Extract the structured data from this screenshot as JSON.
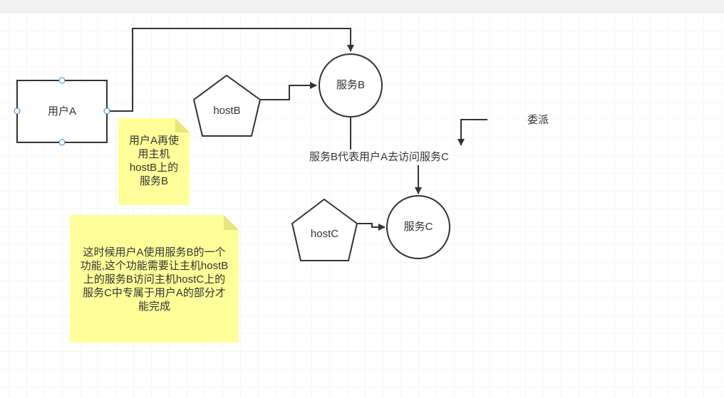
{
  "nodes": {
    "user_a": {
      "label": "用户A"
    },
    "host_b": {
      "label": "hostB"
    },
    "service_b": {
      "label": "服务B"
    },
    "host_c": {
      "label": "hostC"
    },
    "service_c": {
      "label": "服务C"
    }
  },
  "edges": {
    "b_to_c": {
      "label": "服务B代表用户A去访问服务C"
    }
  },
  "notes": {
    "note1": {
      "text": "用户A再使用主机hostB上的服务B"
    },
    "note2": {
      "text": "这时候用户A使用服务B的一个功能,这个功能需要让主机hostB上的服务B访问主机hostC上的服务C中专属于用户A的部分才能完成"
    }
  },
  "annotations": {
    "delegation": {
      "text": "委派"
    }
  },
  "colors": {
    "grid": "#e6e6e6",
    "stroke": "#333333",
    "note_fill": "#ffff99",
    "note_fold": "#e6e67a",
    "handle": "#2e86de"
  }
}
